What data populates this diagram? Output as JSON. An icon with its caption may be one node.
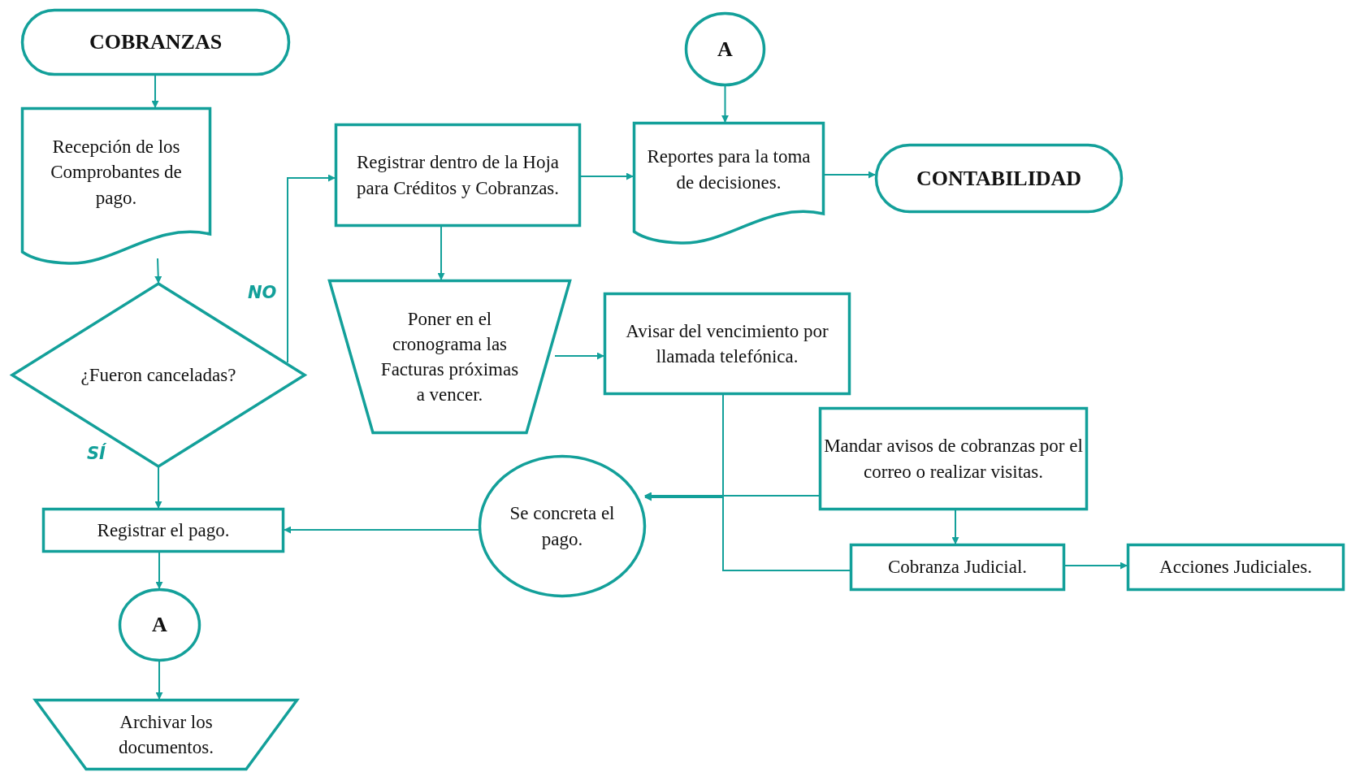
{
  "diagram": {
    "nodes": [
      {
        "text": [
          "COBRANZAS"
        ]
      },
      {
        "text": [
          "Recepción de los Comprobantes de pago."
        ]
      },
      {
        "text": [
          "¿Fueron canceladas?"
        ]
      },
      {
        "text": [
          "Registrar dentro de la Hoja para Créditos y Cobranzas."
        ]
      },
      {
        "text": [
          "Reportes para la toma de decisiones."
        ]
      },
      {
        "text": [
          "CONTABILIDAD"
        ]
      },
      {
        "text": [
          "A"
        ]
      },
      {
        "text": [
          "Poner en el cronograma las Facturas próximas a vencer."
        ]
      },
      {
        "text": [
          "Avisar del vencimiento por llamada telefónica."
        ]
      },
      {
        "text": [
          "Mandar avisos de cobranzas por el correo o realizar visitas."
        ]
      },
      {
        "text": [
          "Se concreta el pago."
        ]
      },
      {
        "text": [
          "Cobranza Judicial."
        ]
      },
      {
        "text": [
          "Acciones Judiciales."
        ]
      },
      {
        "text": [
          "Registrar el pago."
        ]
      },
      {
        "text": [
          "A"
        ]
      },
      {
        "text": [
          "Archivar los documentos."
        ]
      }
    ],
    "edges": [
      {
        "from": 0,
        "to": 1,
        "arrow": "to"
      },
      {
        "from": 1,
        "to": 2,
        "arrow": "to"
      },
      {
        "from": 2,
        "to": 3,
        "arrow": "to",
        "label": "NO"
      },
      {
        "from": 2,
        "to": 13,
        "arrow": "to",
        "label": "SÍ"
      },
      {
        "from": 6,
        "to": 4,
        "arrow": "to"
      },
      {
        "from": 3,
        "to": 4,
        "arrow": "to"
      },
      {
        "from": 4,
        "to": 5,
        "arrow": "to"
      },
      {
        "from": 3,
        "to": 7,
        "arrow": "to"
      },
      {
        "from": 7,
        "to": 8,
        "arrow": "to"
      },
      {
        "from": 8,
        "to": 10,
        "arrow": "to"
      },
      {
        "from": 9,
        "to": 10,
        "arrow": "to"
      },
      {
        "from": 11,
        "to": 10,
        "arrow": "to"
      },
      {
        "from": 9,
        "to": 11,
        "arrow": "to"
      },
      {
        "from": 11,
        "to": 12,
        "arrow": "to"
      },
      {
        "from": 10,
        "to": 13,
        "arrow": "to"
      },
      {
        "from": 13,
        "to": 14,
        "arrow": "to"
      },
      {
        "from": 14,
        "to": 15,
        "arrow": "to"
      }
    ]
  }
}
